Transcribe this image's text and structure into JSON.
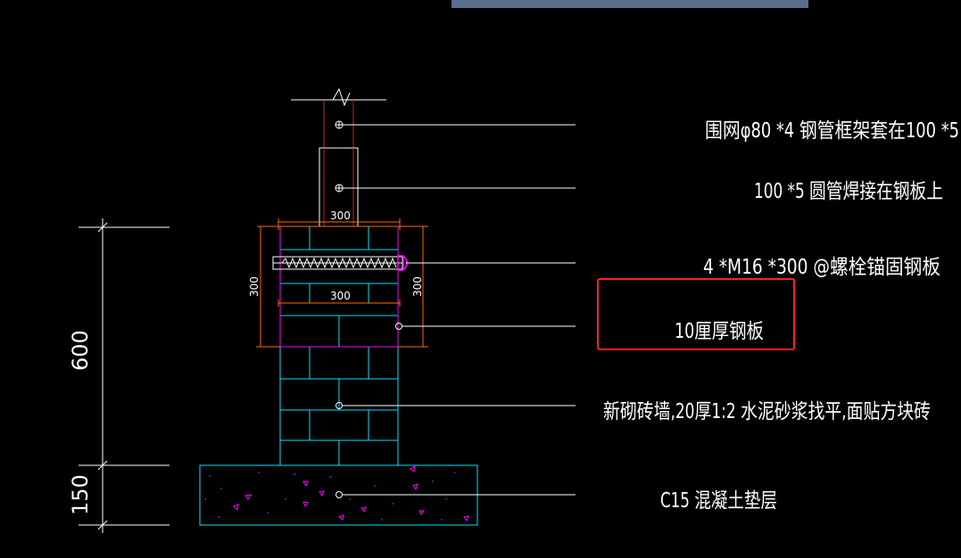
{
  "colors": {
    "background": "#000000",
    "line": "#ffffff",
    "cyan": "#00e5ff",
    "orange": "#ff6a00",
    "magenta": "#ff00ff",
    "red_steel": "#cc2222",
    "highlight": "#ff2020",
    "top_bar": "#5b6e8c"
  },
  "labels": {
    "fence_pipe": "围网φ80 *4 钢管框架套在100 *5",
    "round_pipe": "100 *5 圆管焊接在钢板上",
    "bolts": "4 *M16 *300 @螺栓锚固钢板",
    "steel_plate": "10厘厚钢板",
    "brick_wall": "新砌砖墙,20厚1:2 水泥砂浆找平,面贴方块砖",
    "concrete": "C15 混凝土垫层"
  },
  "dimensions": {
    "height_wall": "600",
    "height_base": "150",
    "plate_top_width": "300",
    "plate_mid_width": "300",
    "plate_left_height": "300",
    "plate_right_height": "300"
  }
}
